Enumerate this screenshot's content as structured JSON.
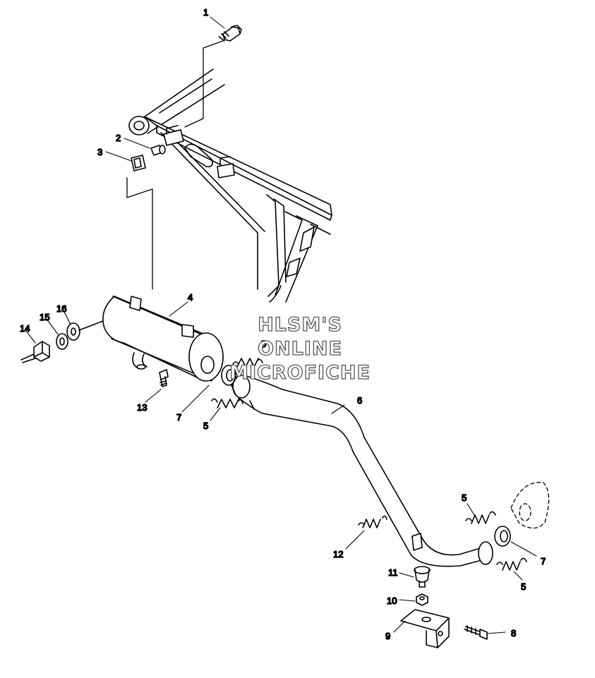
{
  "watermark": {
    "line1": "HLSM'S",
    "line2": "ONLINE",
    "line3": "MICROFICHE"
  },
  "callouts": [
    {
      "id": "c1",
      "label": "1"
    },
    {
      "id": "c2",
      "label": "2"
    },
    {
      "id": "c3",
      "label": "3"
    },
    {
      "id": "c4",
      "label": "4"
    },
    {
      "id": "c5a",
      "label": "5"
    },
    {
      "id": "c5b",
      "label": "5"
    },
    {
      "id": "c5c",
      "label": "5"
    },
    {
      "id": "c5d",
      "label": "5"
    },
    {
      "id": "c6",
      "label": "6"
    },
    {
      "id": "c7a",
      "label": "7"
    },
    {
      "id": "c7b",
      "label": "7"
    },
    {
      "id": "c8",
      "label": "8"
    },
    {
      "id": "c9",
      "label": "9"
    },
    {
      "id": "c10",
      "label": "10"
    },
    {
      "id": "c11",
      "label": "11"
    },
    {
      "id": "c12",
      "label": "12"
    },
    {
      "id": "c13",
      "label": "13"
    },
    {
      "id": "c14",
      "label": "14"
    },
    {
      "id": "c15",
      "label": "15"
    },
    {
      "id": "c16",
      "label": "16"
    }
  ]
}
